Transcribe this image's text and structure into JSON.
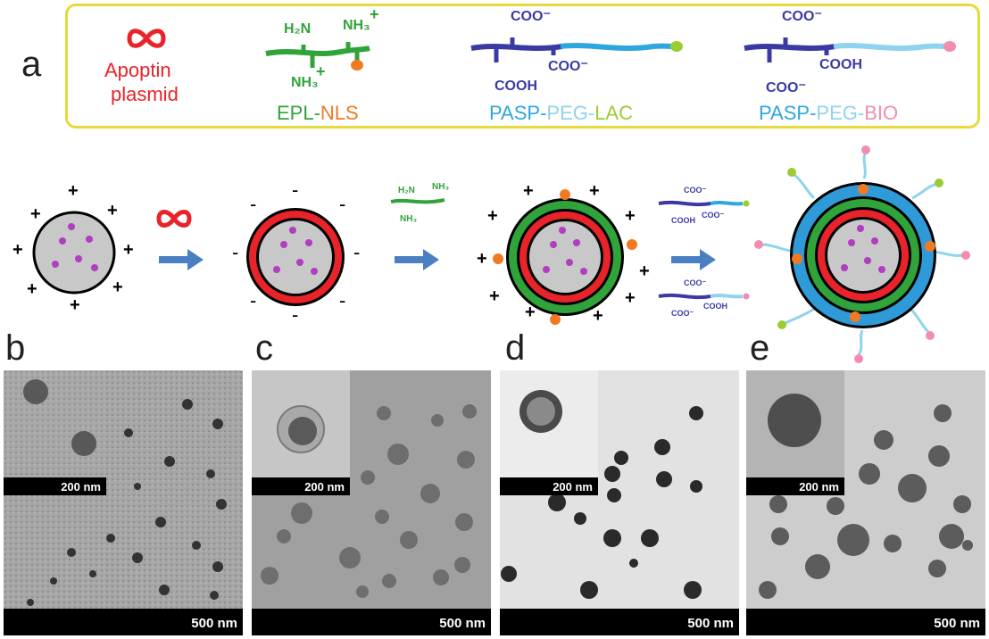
{
  "panels": {
    "a": "a",
    "b": "b",
    "c": "c",
    "d": "d",
    "e": "e"
  },
  "legend": {
    "apoptin_line1": "Apoptin",
    "apoptin_line2": "plasmid",
    "epl": "EPL",
    "nls": "NLS",
    "pasp": "PASP",
    "peg": "PEG",
    "lac": "LAC",
    "bio": "BIO",
    "dash": "-",
    "h2n": "H₂N",
    "nh3": "NH₃",
    "plus": "+",
    "coo": "COO⁻",
    "cooh": "COOH"
  },
  "scalebars": {
    "inset": "200 nm",
    "main": "500 nm"
  },
  "colors": {
    "red": "#e8242a",
    "green": "#30a33a",
    "orange": "#f07a22",
    "navy": "#3b3aa5",
    "cyan": "#2ea7df",
    "lightcyan": "#8fd3ee",
    "limegreen": "#9acd32",
    "pink": "#f28cb1",
    "arrow": "#4a7fc1",
    "core": "#c8c8c8",
    "dot": "#b23cc2",
    "legendBorder": "#e8d93a"
  }
}
